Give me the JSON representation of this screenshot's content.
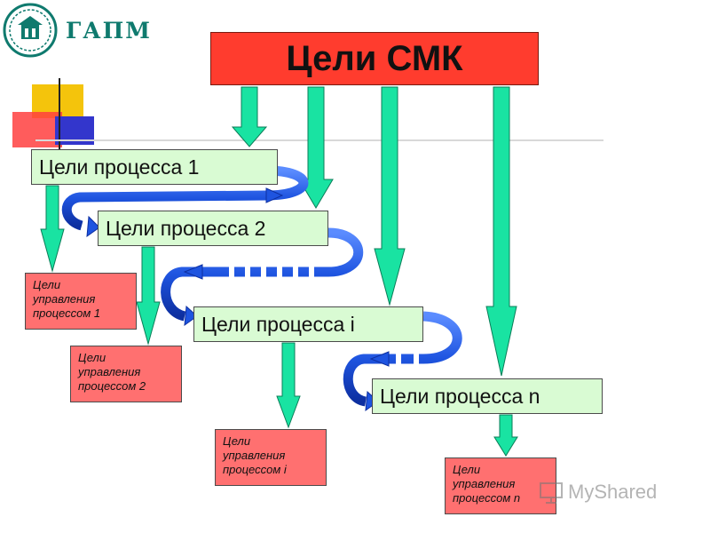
{
  "logo": {
    "text": "ГАПМ"
  },
  "title": "Цели СМК",
  "processes": [
    {
      "label": "Цели процесса 1"
    },
    {
      "label": "Цели процесса 2"
    },
    {
      "label": "Цели процесса i"
    },
    {
      "label": "Цели процесса n"
    }
  ],
  "management": [
    {
      "line1": "Цели",
      "line2": "управления",
      "line3": "процессом 1"
    },
    {
      "line1": "Цели",
      "line2": "управления",
      "line3": "процессом 2"
    },
    {
      "line1": "Цели",
      "line2": "управления",
      "line3": "процессом i"
    },
    {
      "line1": "Цели",
      "line2": "управления",
      "line3": "процессом n"
    }
  ],
  "watermark": {
    "text": "MyShared"
  },
  "colors": {
    "title_bg": "#ff3c2e",
    "process_bg": "#d9fbd3",
    "management_bg": "#ff7070",
    "down_arrow": "#19e3a2",
    "curved_arrow": "#1e54e0",
    "logo": "#0f7a6e"
  }
}
